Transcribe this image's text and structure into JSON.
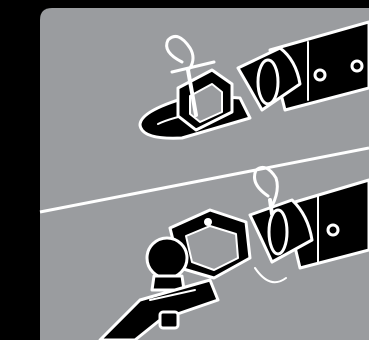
{
  "illustration": {
    "background_color": "#000000",
    "panel_color": "#9a9c9f",
    "outline_color": "#ffffff",
    "ink_color": "#000000",
    "panels": [
      {
        "name": "top-panel",
        "icon": "clevis-hitch-with-pin-and-loop"
      },
      {
        "name": "bottom-panel",
        "icon": "hitch-ball-coupling-with-safety-pin"
      }
    ]
  }
}
